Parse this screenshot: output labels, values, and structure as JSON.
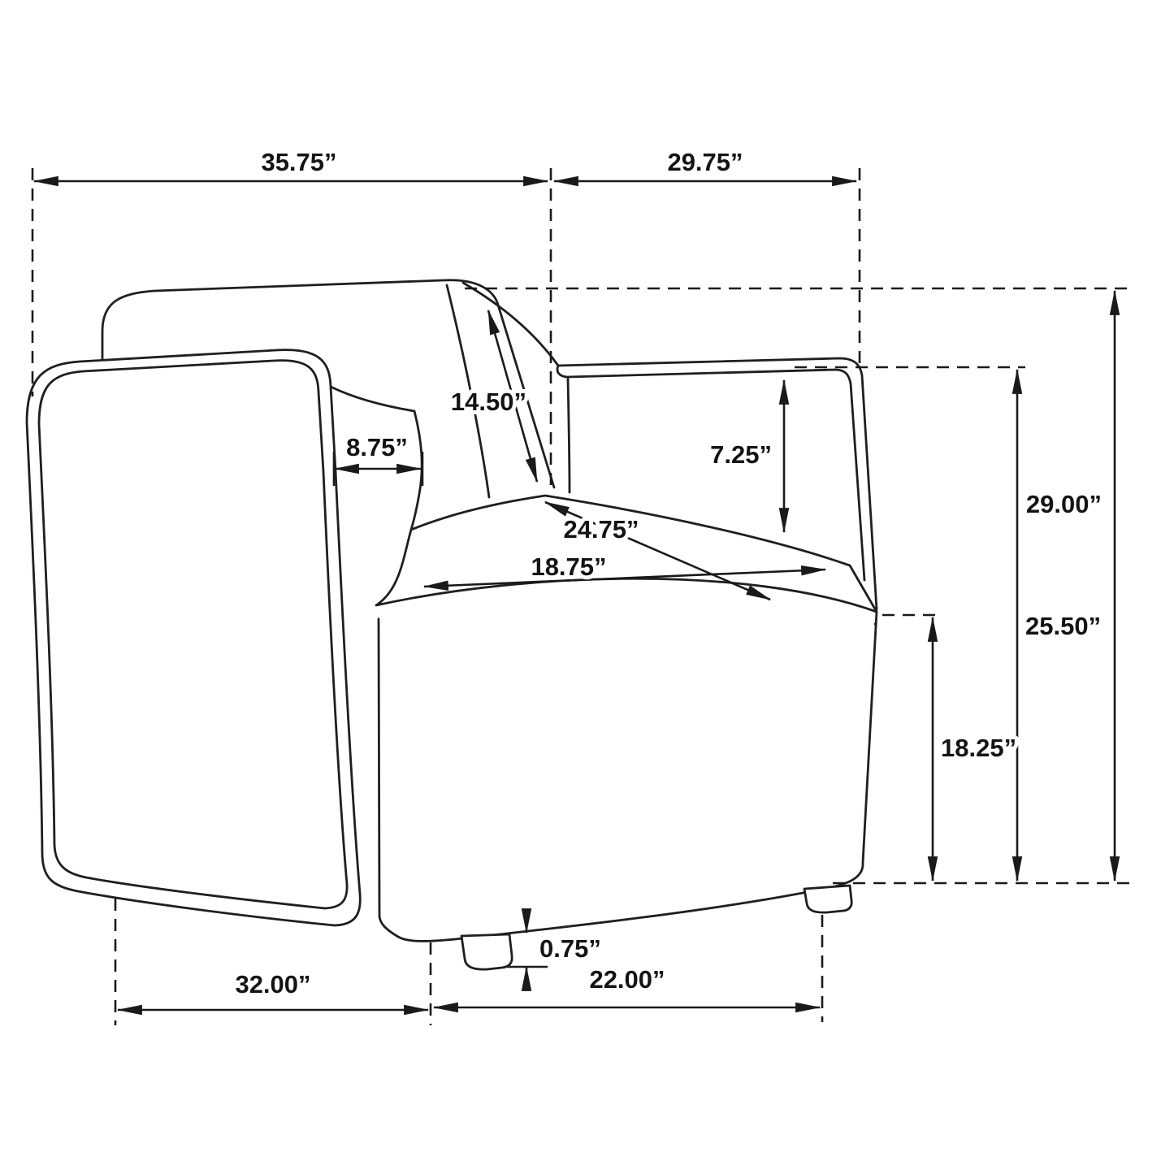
{
  "page": {
    "title": "Accent Chair Dimension Diagram",
    "background": "#ffffff",
    "line_color": "#1f1f1f"
  },
  "dims": {
    "top_width": "35.75”",
    "top_depth": "29.75”",
    "back_height": "14.50”",
    "arm_width": "8.75”",
    "inner_back_height": "7.25”",
    "overall_height": "29.00”",
    "seat_depth": "24.75”",
    "seat_width": "18.75”",
    "arm_height": "25.50”",
    "seat_height": "18.25”",
    "leg_height": "0.75”",
    "side_width": "32.00”",
    "front_depth": "22.00”"
  }
}
